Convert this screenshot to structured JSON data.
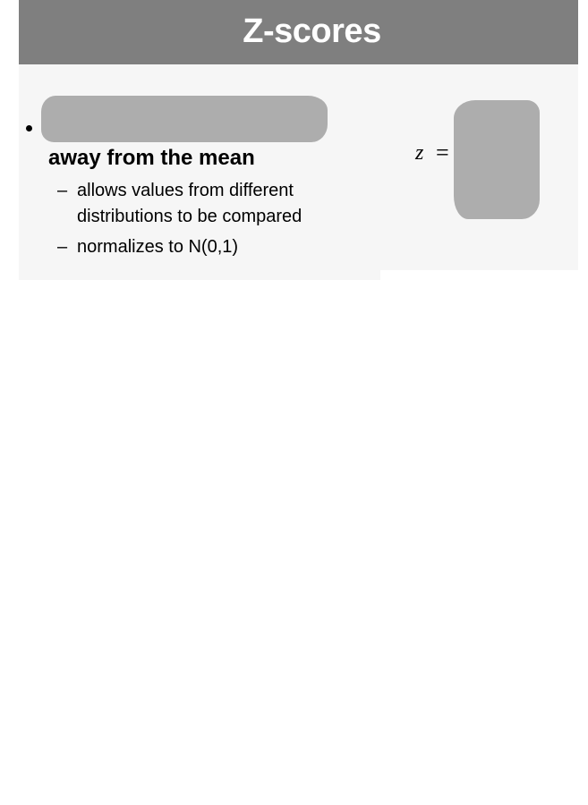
{
  "slide": {
    "title": "Z-scores",
    "bullets": [
      {
        "redacted_text": "",
        "main_text": "away from the mean",
        "sub_items": [
          {
            "dash": "–",
            "lines": [
              "allows values from different",
              "distributions to be compared"
            ]
          },
          {
            "dash": "–",
            "lines": [
              "normalizes to N(0,1)"
            ]
          }
        ]
      }
    ],
    "formula": {
      "lhs": "z",
      "equals": "="
    }
  },
  "colors": {
    "title_bar": "#7f7f7f",
    "title_text": "#ffffff",
    "content_bg": "#f6f6f6",
    "redaction": "#adadad"
  }
}
